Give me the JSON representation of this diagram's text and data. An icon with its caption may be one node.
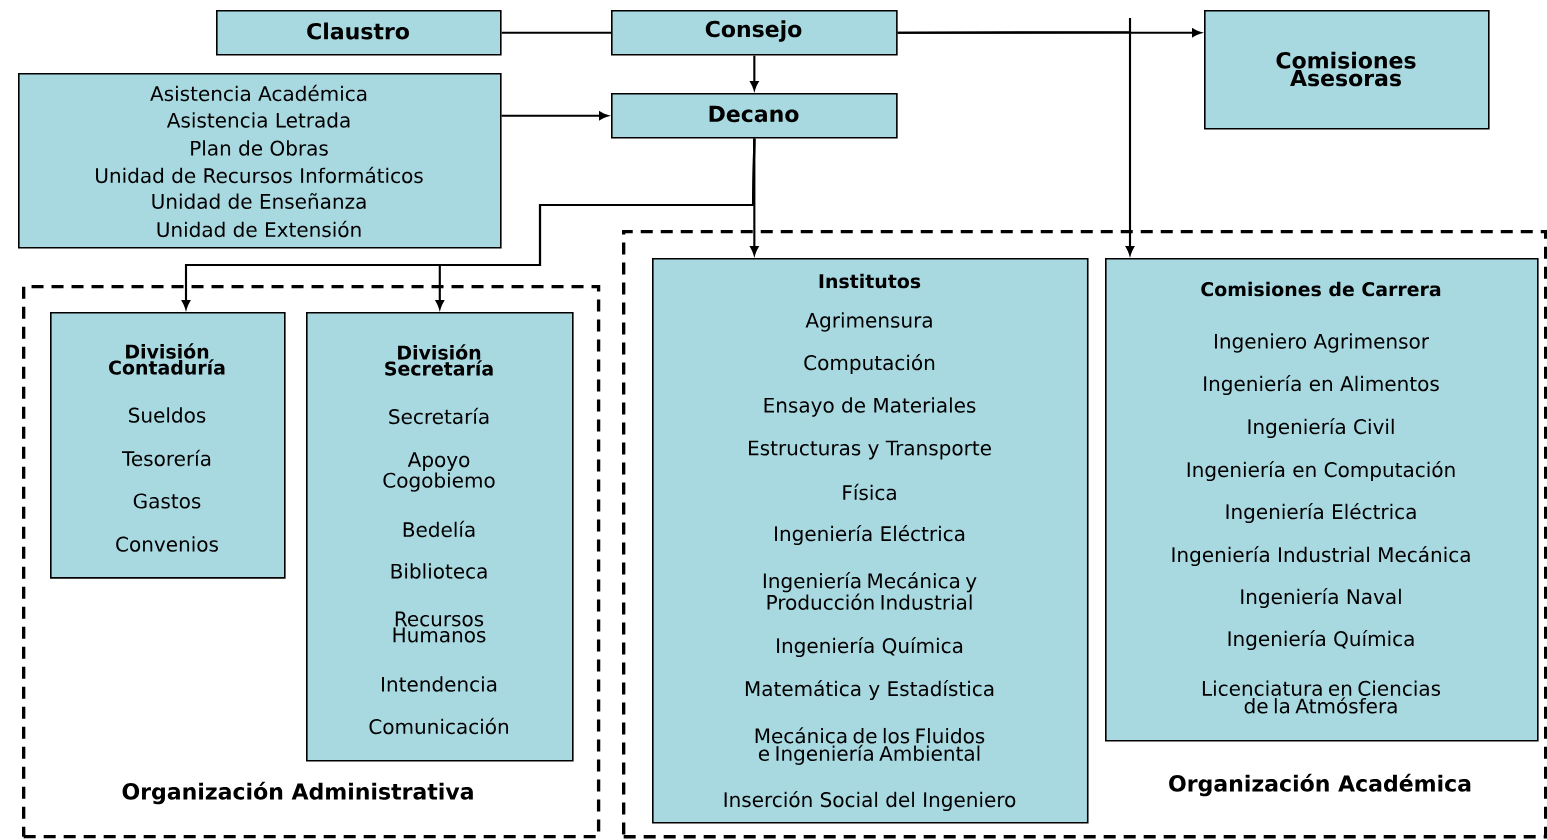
{
  "diagram": {
    "nodes": [
      {
        "text": [
          "Claustro"
        ]
      },
      {
        "text": [
          "Consejo"
        ]
      },
      {
        "text": [
          "Comisiones Asesoras"
        ]
      },
      {
        "text": [
          "Asistencia Académica",
          "Asistencia Letrada",
          "Plan de Obras",
          "Unidad de Recursos Informáticos",
          "Unidad de Enseñanza",
          "Unidad de Extensión"
        ]
      },
      {
        "text": [
          "Decano"
        ]
      },
      {
        "text": [
          "Organización Administrativa"
        ]
      },
      {
        "text": [
          "División Contaduría",
          "Sueldos",
          "Tesorería",
          "Gastos",
          "Convenios"
        ],
        "in": 5
      },
      {
        "text": [
          "División Secretaría",
          "Secretaría",
          "Apoyo Cogobiemo",
          "Bedelía",
          "Biblioteca",
          "Recursos Humanos",
          "Intendencia",
          "Comunicación"
        ],
        "in": 5
      },
      {
        "text": [
          "Organización Académica"
        ]
      },
      {
        "text": [
          "Institutos",
          "Agrimensura",
          "Computación",
          "Ensayo de Materiales",
          "Estructuras y Transporte",
          "Física",
          "Ingeniería Eléctrica",
          "Ingeniería Mecánica y Producción Industrial",
          "Ingeniería Química",
          "Matemática y Estadística",
          "Mecánica de los Fluidos e Ingeniería Ambiental",
          "Inserción Social del Ingeniero"
        ],
        "in": 8
      },
      {
        "text": [
          "Comisiones de Carrera",
          "Ingeniero Agrimensor",
          "Ingeniería en Alimentos",
          "Ingeniería Civil",
          "Ingeniería en Computación",
          "Ingeniería Eléctrica",
          "Ingeniería Industrial Mecánica",
          "Ingeniería Naval",
          "Ingeniería Química",
          "Licenciatura en Ciencias de la Atmósfera"
        ],
        "in": 8
      }
    ],
    "edges": [
      {
        "from": 0,
        "to": 1,
        "arrow": "none"
      },
      {
        "from": 1,
        "to": 2,
        "arrow": "to"
      },
      {
        "from": 1,
        "to": 4,
        "arrow": "to"
      },
      {
        "from": 3,
        "to": 4,
        "arrow": "to"
      },
      {
        "from": 4,
        "to": 9,
        "arrow": "to"
      },
      {
        "from": 4,
        "to": 6,
        "arrow": "to"
      },
      {
        "from": 4,
        "to": 7,
        "arrow": "to"
      },
      {
        "from": 1,
        "to": 10,
        "arrow": "to"
      }
    ]
  }
}
